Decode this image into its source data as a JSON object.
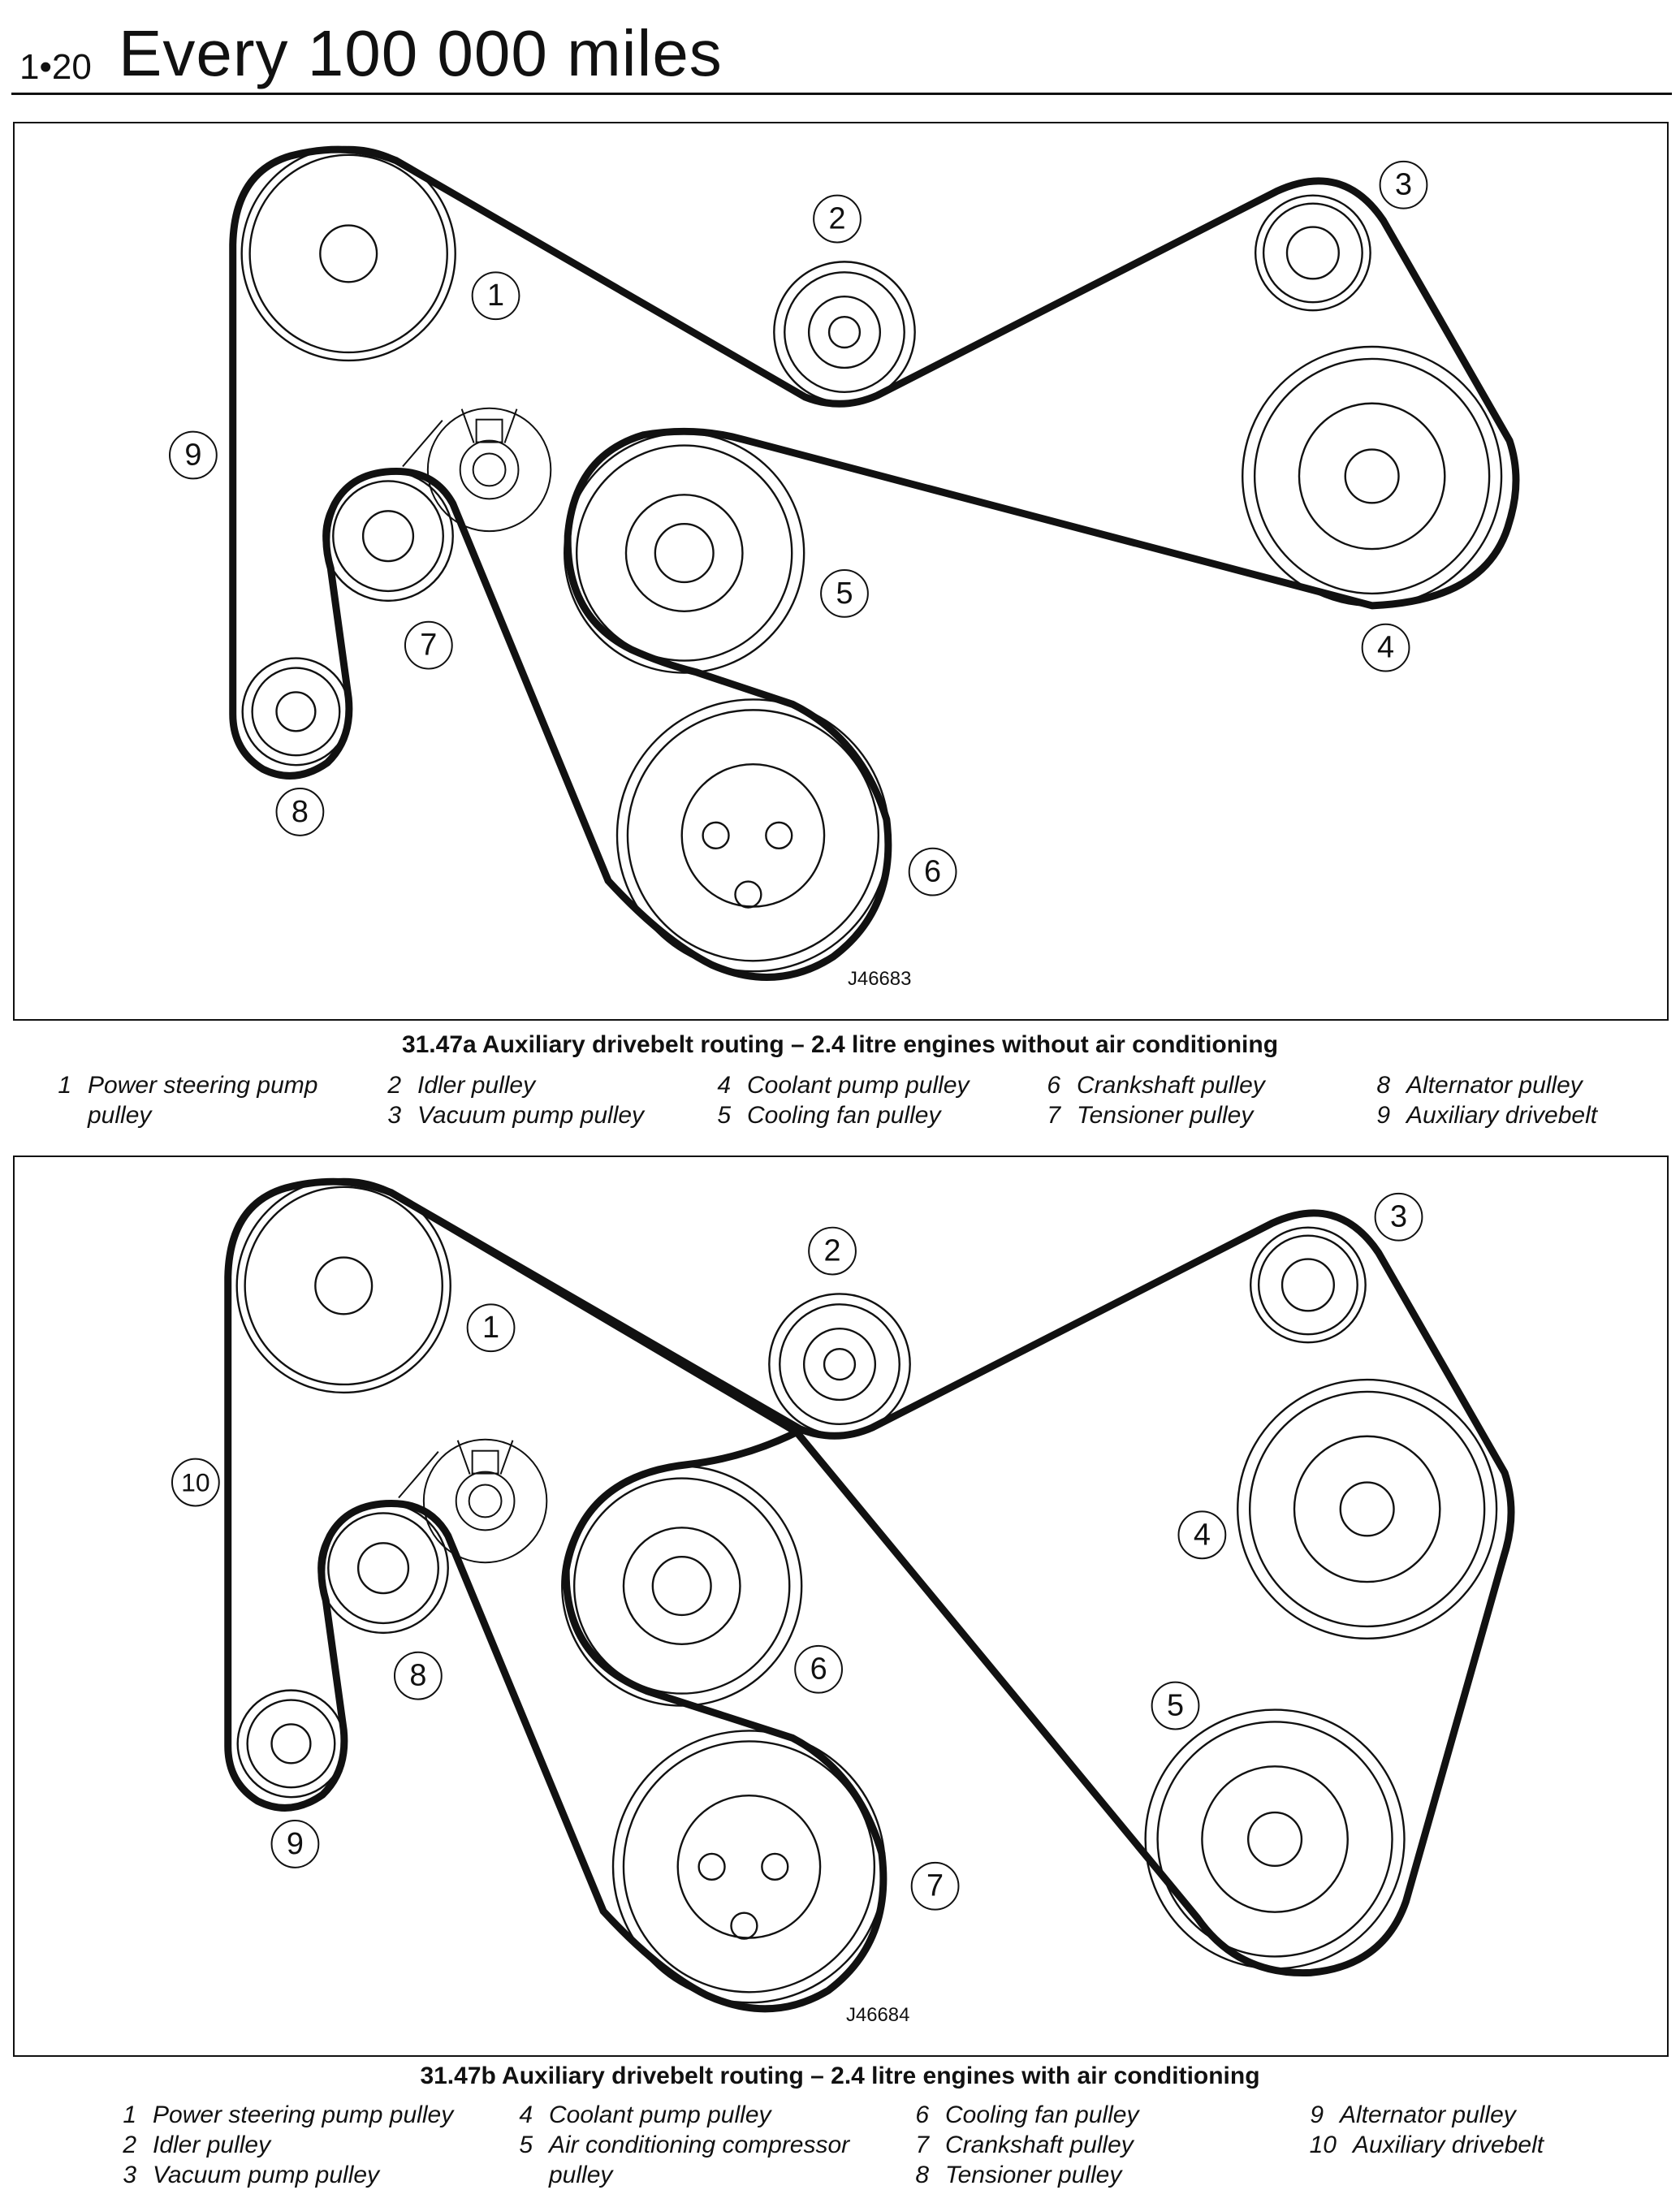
{
  "header": {
    "page_number": "1•20",
    "title": "Every 100 000 miles"
  },
  "figures": [
    {
      "id": "a",
      "code": "J46683",
      "caption": "31.47a  Auxiliary drivebelt routing – 2.4 litre engines without air conditioning",
      "callouts": [
        "1",
        "2",
        "3",
        "4",
        "5",
        "6",
        "7",
        "8",
        "9"
      ],
      "legend": [
        {
          "num": "1",
          "text": "Power steering pump",
          "text2": "pulley"
        },
        {
          "num": "2",
          "text": "Idler pulley"
        },
        {
          "num": "3",
          "text": "Vacuum pump pulley"
        },
        {
          "num": "4",
          "text": "Coolant pump pulley"
        },
        {
          "num": "5",
          "text": "Cooling fan pulley"
        },
        {
          "num": "6",
          "text": "Crankshaft pulley"
        },
        {
          "num": "7",
          "text": "Tensioner pulley"
        },
        {
          "num": "8",
          "text": "Alternator pulley"
        },
        {
          "num": "9",
          "text": "Auxiliary drivebelt"
        }
      ]
    },
    {
      "id": "b",
      "code": "J46684",
      "caption": "31.47b  Auxiliary drivebelt routing – 2.4 litre engines with air conditioning",
      "callouts": [
        "1",
        "2",
        "3",
        "4",
        "5",
        "6",
        "7",
        "8",
        "9",
        "10"
      ],
      "legend": [
        {
          "num": "1",
          "text": "Power steering pump pulley"
        },
        {
          "num": "2",
          "text": "Idler pulley"
        },
        {
          "num": "3",
          "text": "Vacuum pump pulley"
        },
        {
          "num": "4",
          "text": "Coolant pump pulley"
        },
        {
          "num": "5",
          "text": "Air conditioning compressor",
          "text2": "pulley"
        },
        {
          "num": "6",
          "text": "Cooling fan pulley"
        },
        {
          "num": "7",
          "text": "Crankshaft pulley"
        },
        {
          "num": "8",
          "text": "Tensioner pulley"
        },
        {
          "num": "9",
          "text": "Alternator pulley"
        },
        {
          "num": "10",
          "text": "Auxiliary drivebelt"
        }
      ]
    }
  ]
}
